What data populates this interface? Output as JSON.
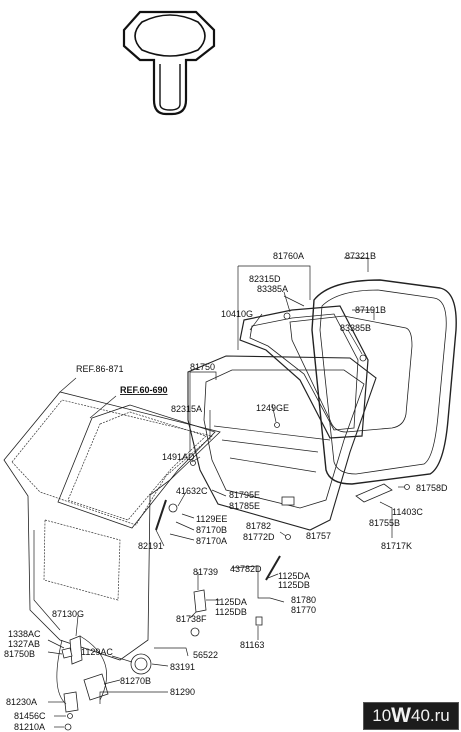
{
  "refs": {
    "ref1": "REF.86-871",
    "ref2": "REF.60-690"
  },
  "labels": {
    "p81760A": "81760A",
    "p87321B": "87321B",
    "p82315D": "82315D",
    "p83385A": "83385A",
    "p10410G": "10410G",
    "p87191B": "87191B",
    "p83385B": "83385B",
    "p81750": "81750",
    "p82315A": "82315A",
    "p1249GE": "1249GE",
    "p1491AD": "1491AD",
    "p41632C": "41632C",
    "p81795E": "81795E",
    "p81785E": "81785E",
    "p81758D": "81758D",
    "p1129EE": "1129EE",
    "p87170B": "87170B",
    "p87170A": "87170A",
    "p81782": "81782",
    "p81772D": "81772D",
    "p81757": "81757",
    "p11403C": "11403C",
    "p81755B": "81755B",
    "p81717K": "81717K",
    "p82191": "82191",
    "p81739": "81739",
    "p43782D": "43782D",
    "p1125DA_a": "1125DA",
    "p1125DB_a": "1125DB",
    "p1125DA_b": "1125DA",
    "p1125DB_b": "1125DB",
    "p81738F": "81738F",
    "p81780": "81780",
    "p81770": "81770",
    "p87130G": "87130G",
    "p1338AC": "1338AC",
    "p1327AB": "1327AB",
    "p81750B": "81750B",
    "p1129AC": "1129AC",
    "p56522": "56522",
    "p83191": "83191",
    "p81163": "81163",
    "p81270B": "81270B",
    "p81290": "81290",
    "p81230A": "81230A",
    "p81456C": "81456C",
    "p81210A": "81210A"
  },
  "icons": {
    "top": "clip-detail-icon"
  },
  "watermark": {
    "prefix": "10",
    "big": "W",
    "suffix": "40.ru"
  }
}
